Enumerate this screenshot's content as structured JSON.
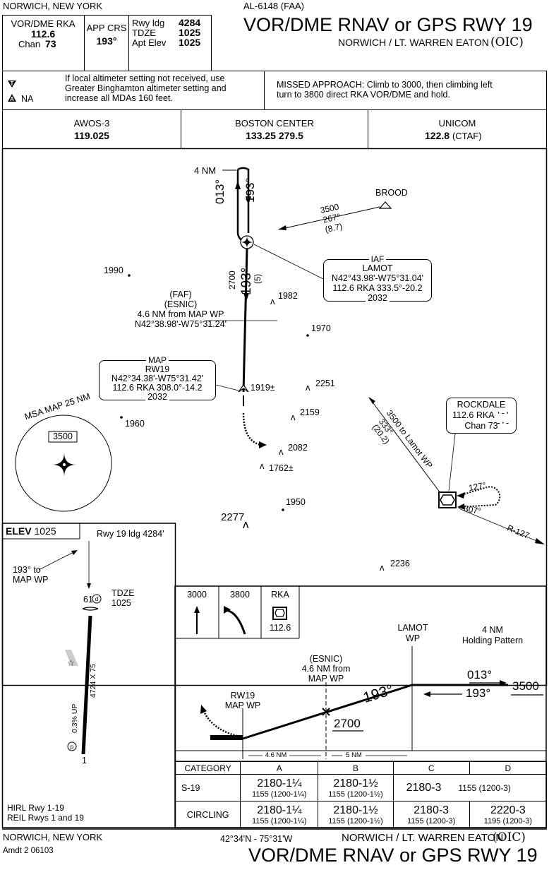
{
  "header": {
    "location_top": "NORWICH, NEW YORK",
    "chart_id": "AL-6148 (FAA)",
    "nav_label": "VOR/DME RKA",
    "nav_freq": "112.6",
    "nav_chan_label": "Chan",
    "nav_chan": "73",
    "app_crs_label": "APP CRS",
    "app_crs": "193°",
    "rwy_ldg_label": "Rwy ldg",
    "rwy_ldg": "4284",
    "tdze_label": "TDZE",
    "tdze": "1025",
    "apt_elev_label": "Apt Elev",
    "apt_elev": "1025",
    "title": "VOR/DME RNAV or GPS RWY 19",
    "airport": "NORWICH / LT. WARREN EATON",
    "airport_id": "(OIC)"
  },
  "notes": {
    "na_label": "NA",
    "altimeter_note": [
      "If local altimeter setting not received, use",
      "Greater Binghamton altimeter setting and",
      "increase all MDAs 160 feet."
    ],
    "missed_approach": [
      "MISSED APPROACH: Climb to 3000, then climbing left",
      "turn to 3800 direct RKA VOR/DME and hold."
    ]
  },
  "comms": [
    {
      "name": "AWOS-3",
      "freq": "119.025",
      "extra": ""
    },
    {
      "name": "BOSTON CENTER",
      "freq": "133.25  279.5",
      "extra": ""
    },
    {
      "name": "UNICOM",
      "freq": "122.8",
      "extra": "(CTAF)"
    }
  ],
  "plan": {
    "holding_4nm": "4 NM",
    "hold_out": "013°",
    "hold_in": "193°",
    "brood": "BROOD",
    "brood_alt": "3500",
    "brood_crs": "267°",
    "brood_dist": "(8.7)",
    "seg_alt": "2700",
    "seg_crs": "193°",
    "seg_dist": "(5)",
    "iaf": {
      "label": "IAF",
      "name": "LAMOT",
      "coords": "N42°43.98'-W75°31.04'",
      "radial": "112.6 RKA 333.5°-20.2",
      "alt": "2032"
    },
    "faf": {
      "label": "(FAF)",
      "name": "(ESNIC)",
      "dist": "4.6 NM from MAP WP",
      "coords": "N42°38.98'-W75°31.24'"
    },
    "map": {
      "label": "MAP",
      "name": "RW19",
      "coords": "N42°34.38'-W75°31.42'",
      "radial": "112.6 RKA 308.0°-14.2",
      "alt": "2032"
    },
    "msa_label": "MSA MAP 25 NM",
    "msa_alt": "3500",
    "rockdale": {
      "name": "ROCKDALE",
      "freq": "112.6 RKA",
      "chan": "Chan 73"
    },
    "rkd_alt": "3500 to Lamot WP",
    "rkd_crs": "333°",
    "rkd_dist": "(20.2)",
    "rkd_hold_out": "127°",
    "rkd_hold_in": "307°",
    "radial_127": "R-127",
    "spot_elevations": [
      {
        "id": "e1990",
        "label": "1990"
      },
      {
        "id": "e1982",
        "label": "1982"
      },
      {
        "id": "e1970",
        "label": "1970"
      },
      {
        "id": "e1919",
        "label": "1919±"
      },
      {
        "id": "e2251",
        "label": "2251"
      },
      {
        "id": "e2159",
        "label": "2159"
      },
      {
        "id": "e1960",
        "label": "1960"
      },
      {
        "id": "e2082",
        "label": "2082"
      },
      {
        "id": "e1762",
        "label": "1762±"
      },
      {
        "id": "e1950",
        "label": "1950"
      },
      {
        "id": "e2277",
        "label": "2277"
      },
      {
        "id": "e2236",
        "label": "2236"
      }
    ]
  },
  "airport_sketch": {
    "elev_label": "ELEV",
    "elev": "1025",
    "rwy_ldg": "Rwy 19 ldg 4284'",
    "crs_to_map": [
      "193° to",
      "MAP WP"
    ],
    "tdze_label": "TDZE",
    "tdze": "1025",
    "rwy_end_top": "61",
    "rwy_end_bottom": "1",
    "rwy_dims": "4724 X 75",
    "gradient": "0.3% UP",
    "lighting": [
      "HIRL Rwy 1-19",
      "REIL Rwys 1 and 19"
    ]
  },
  "missed_icons": {
    "alt1": "3000",
    "alt2": "3800",
    "fix": "RKA",
    "fix_freq": "112.6"
  },
  "profile": {
    "lamot": [
      "LAMOT",
      "WP"
    ],
    "holding": [
      "4 NM",
      "Holding Pattern"
    ],
    "hold_out": "013°",
    "hold_in": "193°",
    "hold_alt": "3500",
    "esnic": [
      "(ESNIC)",
      "4.6 NM from",
      "MAP WP"
    ],
    "crs": "193°",
    "faf_alt": "2700",
    "rw19": [
      "RW19",
      "MAP WP"
    ],
    "dist1": "4.6 NM",
    "dist2": "5 NM"
  },
  "minimums": {
    "headers": [
      "CATEGORY",
      "A",
      "B",
      "C",
      "D"
    ],
    "rows": [
      {
        "cat": "S-19",
        "a1": "2180-1¼",
        "a2": "1155 (1200-1¼)",
        "b1": "2180-1½",
        "b2": "1155 (1200-1½)",
        "cd1": "2180-3",
        "cd2": "1155 (1200-3)"
      },
      {
        "cat": "CIRCLING",
        "a1": "2180-1¼",
        "a2": "1155 (1200-1¼)",
        "b1": "2180-1½",
        "b2": "1155 (1200-1½)",
        "c1": "2180-3",
        "c2": "1155 (1200-3)",
        "d1": "2220-3",
        "d2": "1195 (1200-3)"
      }
    ]
  },
  "footer": {
    "location": "NORWICH, NEW YORK",
    "amdt": "Amdt 2  06103",
    "coords": "42°34'N - 75°31'W",
    "airport": "NORWICH / LT. WARREN EATON",
    "airport_id": "(OIC)",
    "title": "VOR/DME RNAV or GPS RWY 19"
  }
}
